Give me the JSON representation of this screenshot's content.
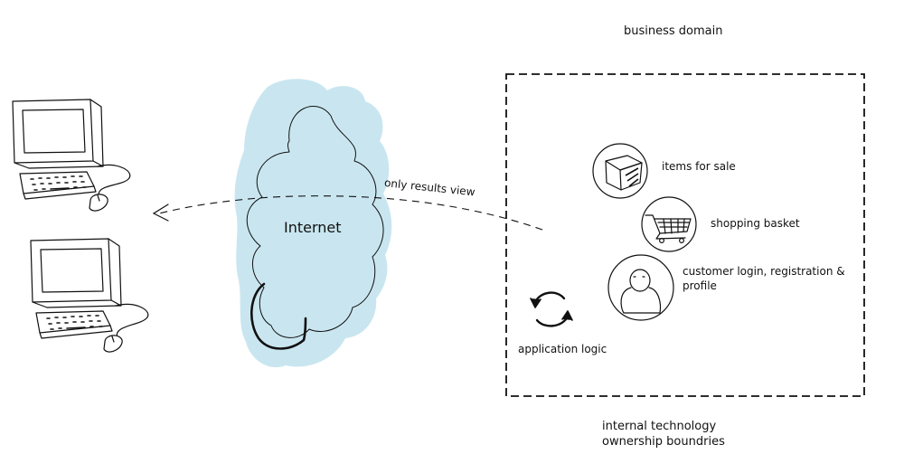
{
  "diagram": {
    "business_domain_label": "business domain",
    "internet_label": "Internet",
    "results_label": "only results view",
    "items_label": "items for sale",
    "basket_label": "shopping basket",
    "login_label": "customer login, registration & profile",
    "app_logic_label": "application logic",
    "internal_label_line1": "internal technology",
    "internal_label_line2": "ownership boundries"
  },
  "icons": {
    "computers": [
      "computer-icon",
      "computer-icon"
    ],
    "cloud": "cloud-icon",
    "items": "box-icon",
    "basket": "shopping-cart-icon",
    "customer": "user-icon",
    "logic": "refresh-cycle-icon"
  },
  "colors": {
    "cloud_fill": "#c9e6f0",
    "stroke": "#111111",
    "boundary": "#111111"
  }
}
